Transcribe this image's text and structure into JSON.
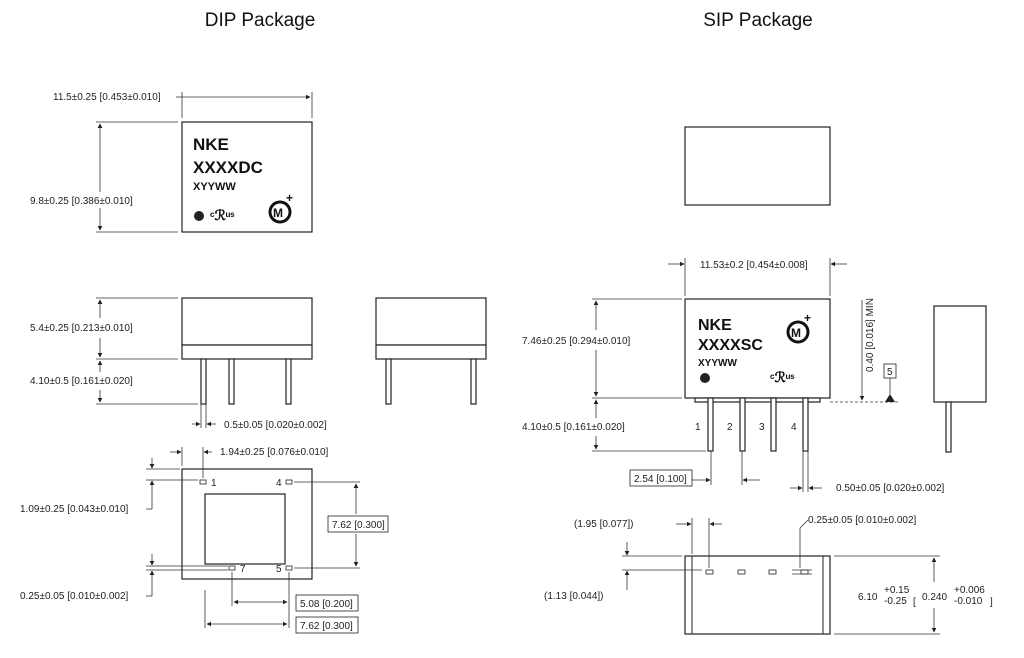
{
  "dip": {
    "title": "DIP Package",
    "width_dim": "11.5±0.25 [0.453±0.010]",
    "height_dim": "9.8±0.25 [0.386±0.010]",
    "body_height_dim": "5.4±0.25 [0.213±0.010]",
    "pin_length_dim": "4.10±0.5 [0.161±0.020]",
    "pin_dia_dim": "0.5±0.05 [0.020±0.002]",
    "marking": {
      "line1": "NKE",
      "line2": "XXXXDC",
      "line3": "XYYWW",
      "ul_text": "cRUus"
    },
    "bottom": {
      "pad_offset_dim": "1.94±0.25 [0.076±0.010]",
      "edge_dim": "1.09±0.25 [0.043±0.010]",
      "pad_size_dim": "0.25±0.05 [0.010±0.002]",
      "pitch_v": "7.62 [0.300]",
      "pitch_h1": "5.08 [0.200]",
      "pitch_h2": "7.62 [0.300]",
      "pins": [
        "1",
        "4",
        "7",
        "5"
      ]
    }
  },
  "sip": {
    "title": "SIP Package",
    "width_dim": "11.53±0.2 [0.454±0.008]",
    "height_dim": "7.46±0.25 [0.294±0.010]",
    "standoff_dim": "0.40 [0.016] MIN",
    "ref_label": "5",
    "pin_length_dim": "4.10±0.5 [0.161±0.020]",
    "pitch_dim": "2.54 [0.100]",
    "pin_dia_dim": "0.50±0.05 [0.020±0.002]",
    "marking": {
      "line1": "NKE",
      "line2": "XXXXSC",
      "line3": "XYYWW"
    },
    "pins": [
      "1",
      "2",
      "3",
      "4"
    ],
    "bottom": {
      "offset_dim": "(1.95 [0.077])",
      "pad_size_dim": "0.25±0.05 [0.010±0.002]",
      "edge_dim": "(1.13 [0.044])",
      "height_mm": "6.10",
      "height_mm_plus": "+0.15",
      "height_mm_minus": "-0.25",
      "height_in": "0.240",
      "height_in_plus": "+0.006",
      "height_in_minus": "-0.010"
    }
  }
}
